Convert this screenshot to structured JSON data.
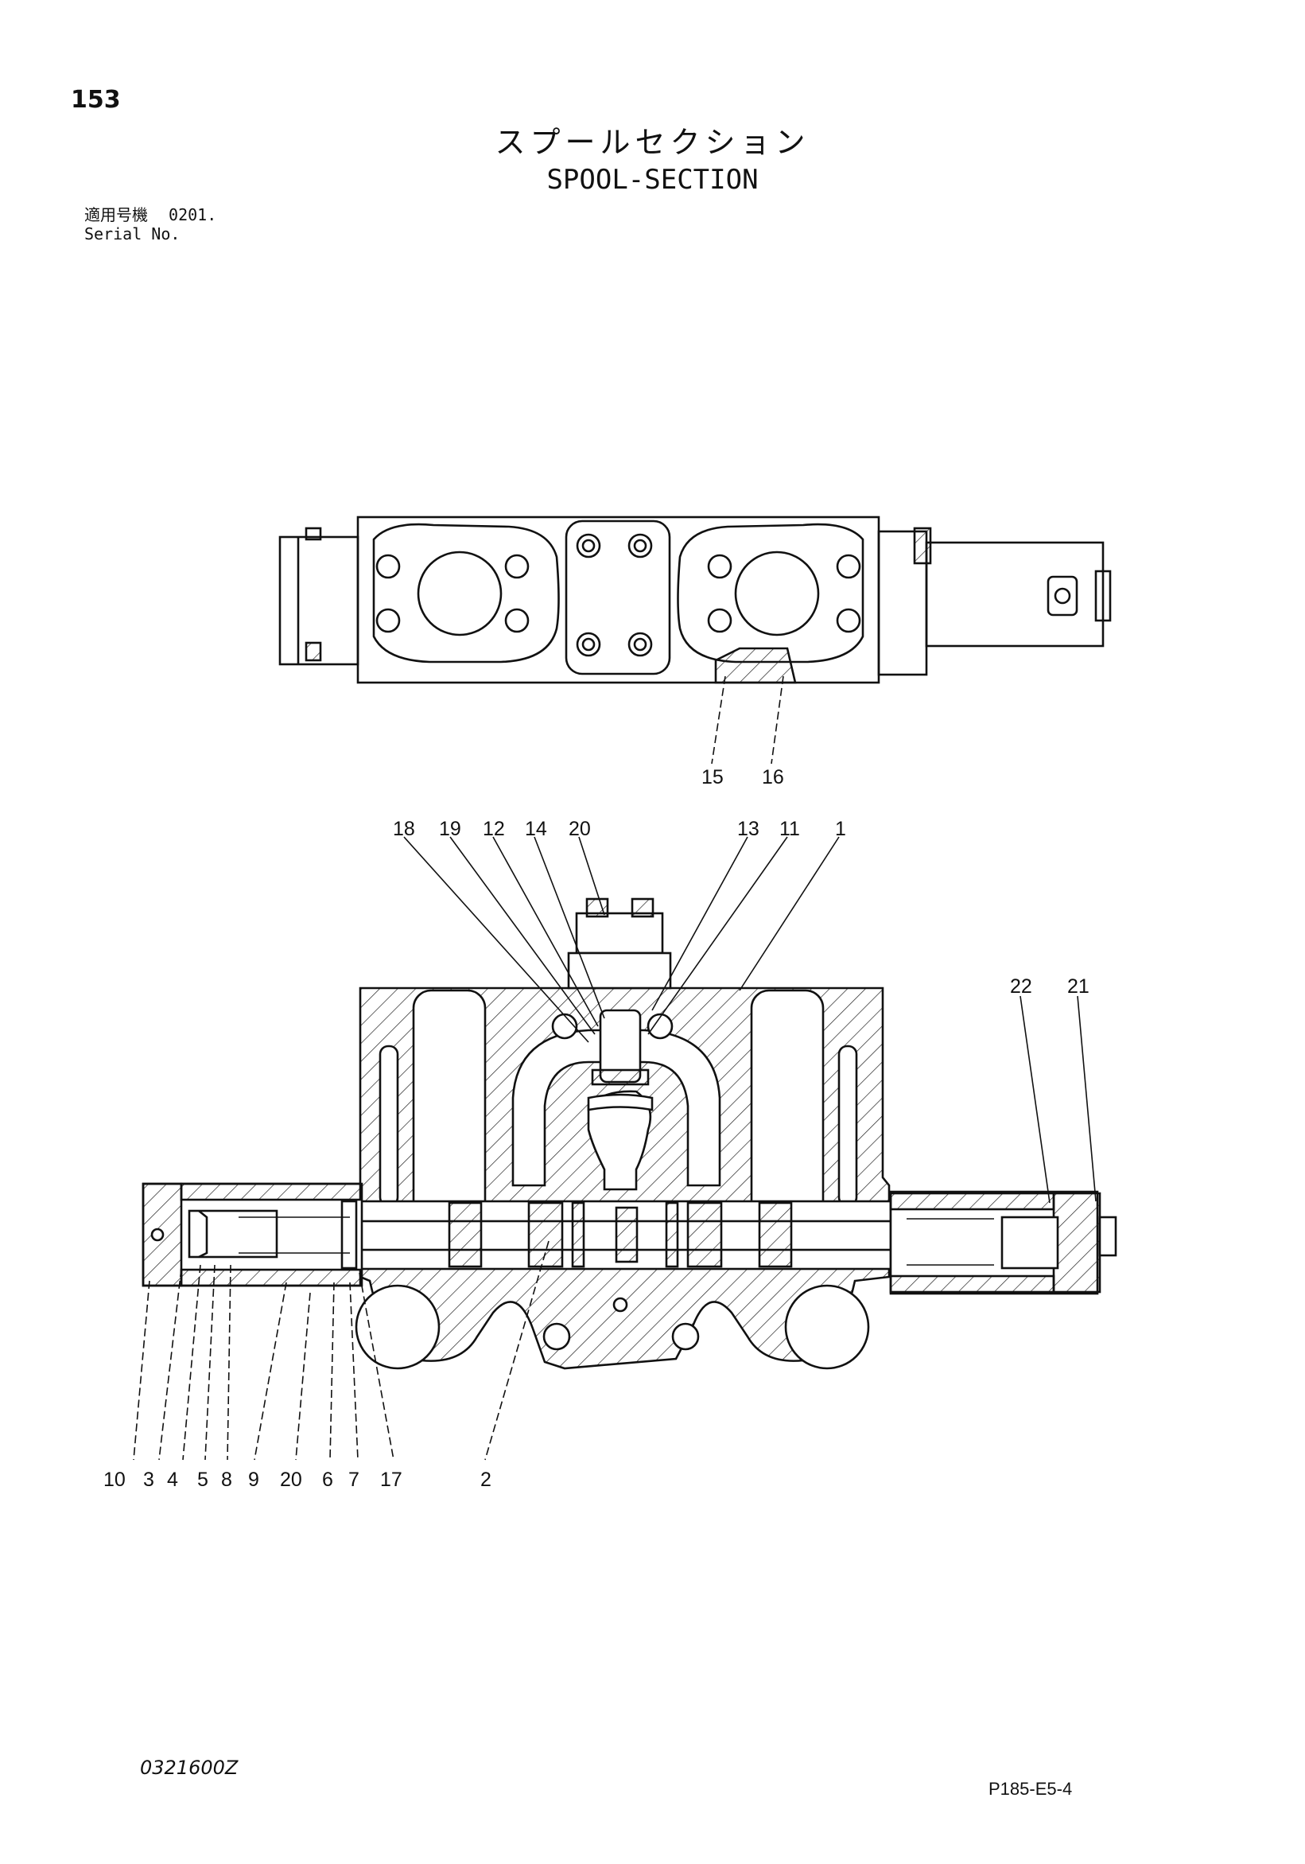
{
  "page_number": "153",
  "title_jp": "スプールセクション",
  "title_en": "SPOOL-SECTION",
  "serial": {
    "label_jp": "適用号機",
    "value": "0201.",
    "label_en": "Serial No."
  },
  "callouts": {
    "top_view": [
      "15",
      "16"
    ],
    "section_top": [
      "18",
      "19",
      "12",
      "14",
      "20",
      "13",
      "11",
      "1"
    ],
    "section_right": [
      "22",
      "21"
    ],
    "section_bottom": [
      "10",
      "3",
      "4",
      "5",
      "8",
      "9",
      "20",
      "6",
      "7",
      "17",
      "2"
    ]
  },
  "doc_code": "0321600Z",
  "page_code": "P185-E5-4",
  "colors": {
    "ink": "#111111",
    "paper": "#ffffff"
  }
}
